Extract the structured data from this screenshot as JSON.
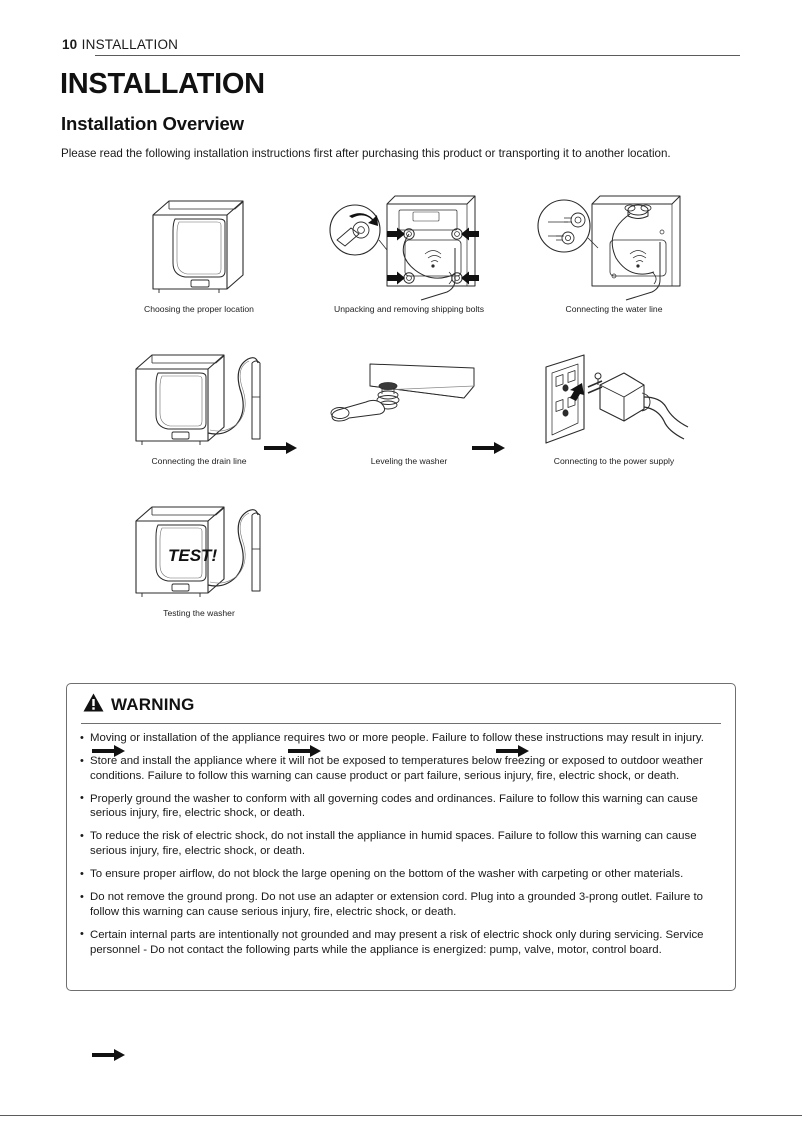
{
  "header": {
    "page_number": "10",
    "chapter_label": "INSTALLATION"
  },
  "chapter_title": "INSTALLATION",
  "section_title": "Installation Overview",
  "intro_text": "Please read the following installation instructions first after purchasing this product or transporting it to another location.",
  "overview_steps": [
    {
      "id": "choosing-location",
      "caption": "Choosing the proper location"
    },
    {
      "id": "unpacking-bolts",
      "caption": "Unpacking and removing shipping bolts"
    },
    {
      "id": "water-line",
      "caption": "Connecting the water line"
    },
    {
      "id": "drain-line",
      "caption": "Connecting the drain line"
    },
    {
      "id": "leveling",
      "caption": "Leveling the washer"
    },
    {
      "id": "power-supply",
      "caption": "Connecting to the power supply"
    },
    {
      "id": "testing",
      "caption": "Testing the washer"
    }
  ],
  "illustration_labels": {
    "test": "TEST!"
  },
  "warning": {
    "title": "WARNING",
    "icon": "warning-triangle-icon",
    "items": [
      "Moving or installation of the appliance requires two or more people. Failure to follow these instructions may result in injury.",
      "Store and install the appliance where it will not be exposed to temperatures below freezing or exposed to outdoor weather conditions. Failure to follow this warning can cause product or part failure, serious injury, fire, electric shock, or death.",
      "Properly ground the washer to conform with all governing codes and ordinances. Failure to follow this warning can cause serious injury, fire, electric shock, or death.",
      "To reduce the risk of electric shock, do not install the appliance in humid spaces. Failure to follow this warning can cause serious injury, fire, electric shock, or death.",
      "To ensure proper airflow, do not block the large opening on the bottom of the washer with carpeting or other materials.",
      "Do not remove the ground prong. Do not use an adapter or extension cord. Plug into a grounded 3-prong outlet. Failure to follow this warning can cause serious injury, fire, electric shock, or death.",
      "Certain internal parts are intentionally not grounded and may present a risk of electric shock only during servicing. Service personnel - Do not contact the following parts while the appliance is energized: pump, valve, motor, control board."
    ]
  },
  "colors": {
    "text": "#1a1a1a",
    "rule": "#5b5b5b",
    "box_border": "#6f6f6f",
    "line_art": "#2b2b2b"
  }
}
